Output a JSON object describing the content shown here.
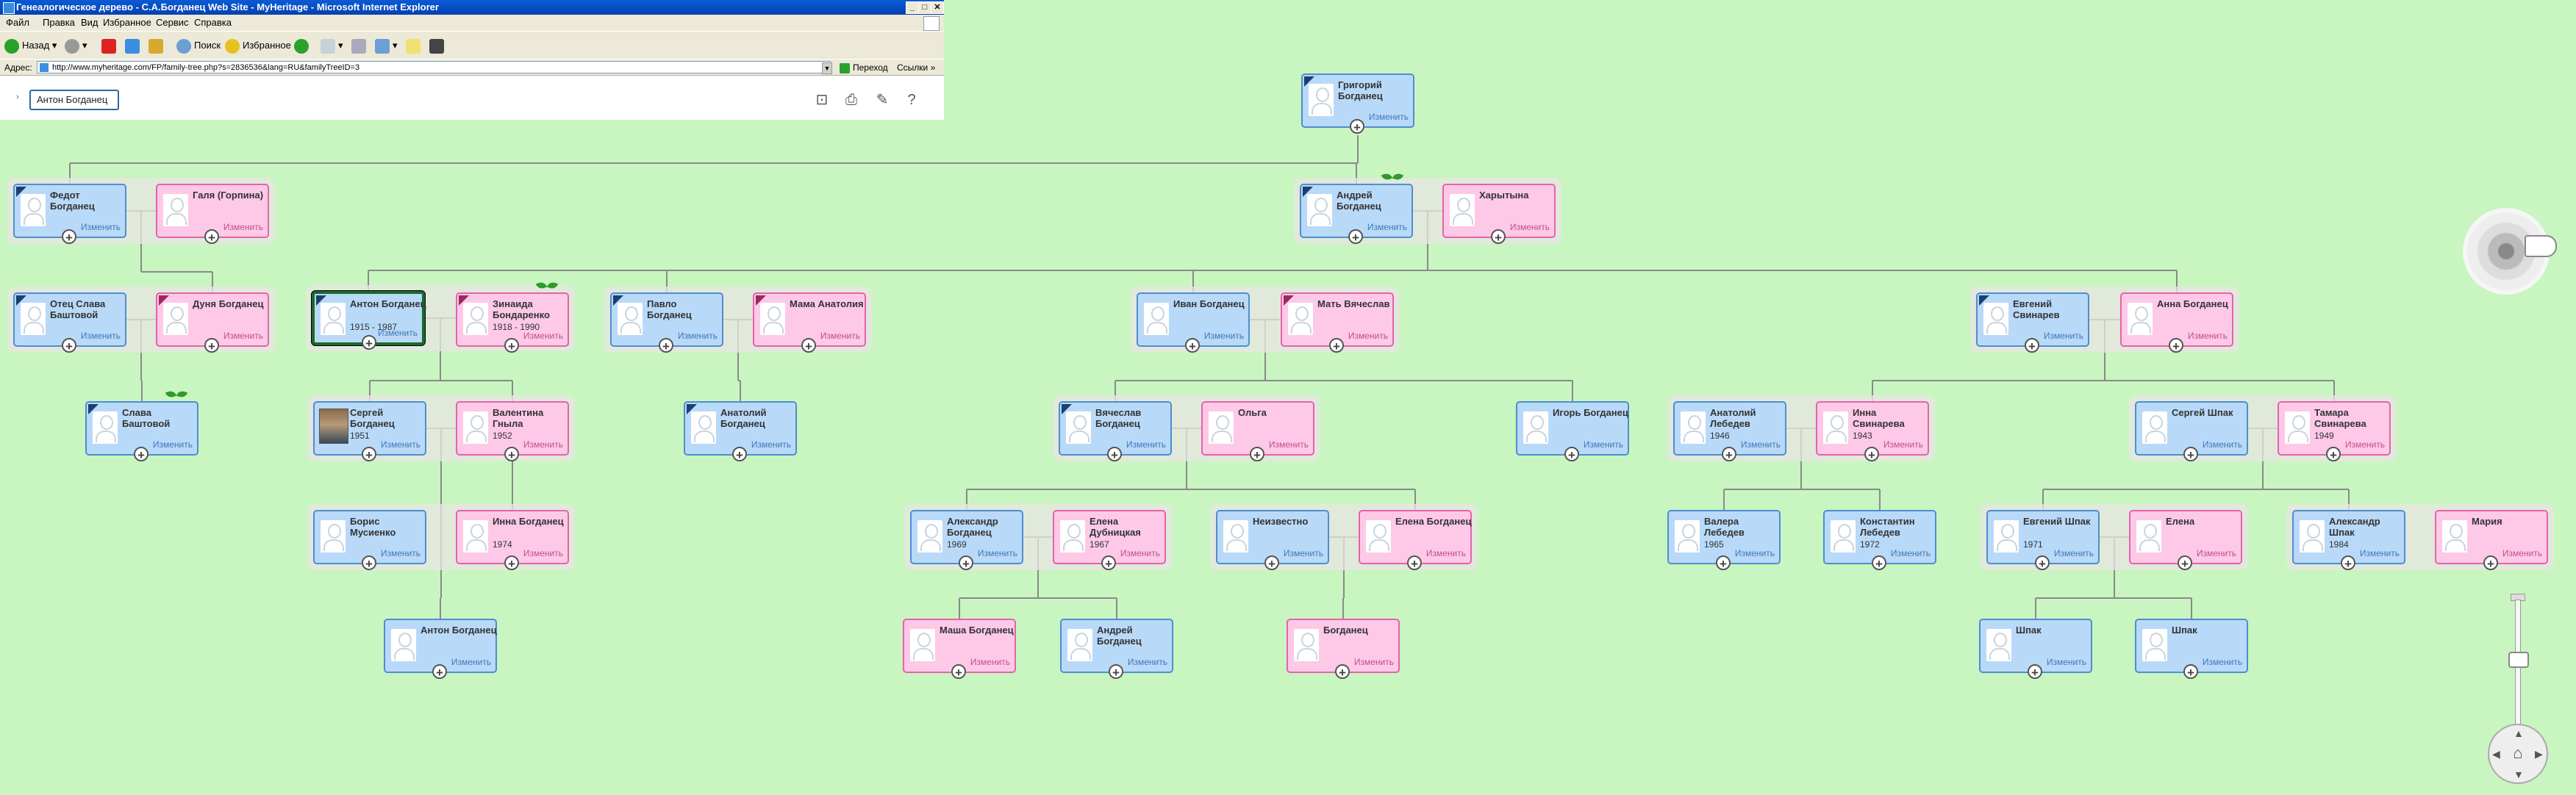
{
  "window": {
    "title": "Генеалогическое дерево - С.А.Богданец Web Site - MyHeritage - Microsoft Internet Explorer"
  },
  "menu": [
    "Файл",
    "Правка",
    "Вид",
    "Избранное",
    "Сервис",
    "Справка"
  ],
  "toolbar": {
    "back": "Назад",
    "search": "Поиск",
    "favorites": "Избранное"
  },
  "address": {
    "label": "Адрес:",
    "url": "http://www.myheritage.com/FP/family-tree.php?s=2836536&lang=RU&familyTreeID=3",
    "go": "Переход",
    "links": "Ссылки"
  },
  "site": {
    "breadcrumb": "Антон Богданец"
  },
  "edit_label": "Изменить",
  "colors": {
    "male": "#b9d9f8",
    "female": "#fdc9e7",
    "background": "#c8f5c0"
  },
  "people": {
    "grigoriy": {
      "name": "Григорий Богданец",
      "gender": "male"
    },
    "fedot": {
      "name": "Федот Богданец",
      "gender": "male"
    },
    "galya": {
      "name": "Галя (Горпина)",
      "gender": "female"
    },
    "andrey_sr": {
      "name": "Андрей Богданец",
      "gender": "male"
    },
    "harytyna": {
      "name": "Харытына",
      "gender": "female"
    },
    "slava_father": {
      "name": "Отец Слава Баштовой",
      "gender": "male"
    },
    "dunya": {
      "name": "Дуня Богданец",
      "gender": "female"
    },
    "anton_sr": {
      "name": "Антон Богданец",
      "years": "1915 - 1987",
      "gender": "male"
    },
    "zinaida": {
      "name": "Зинаида Бондаренко",
      "years": "1918 - 1990",
      "gender": "female"
    },
    "pavlo": {
      "name": "Павло Богданец",
      "gender": "male"
    },
    "mama_anatoliya": {
      "name": "Мама Анатолия",
      "gender": "female"
    },
    "ivan": {
      "name": "Иван Богданец",
      "gender": "male"
    },
    "mat_vyacheslava": {
      "name": "Мать Вячеслав",
      "gender": "female"
    },
    "evgeniy_svinarev": {
      "name": "Евгений Свинарев",
      "gender": "male"
    },
    "anna": {
      "name": "Анна Богданец",
      "gender": "female"
    },
    "slava": {
      "name": "Слава Баштовой",
      "gender": "male"
    },
    "sergey": {
      "name": "Сергей Богданец",
      "years": "1951",
      "gender": "male"
    },
    "valentina": {
      "name": "Валентина Гныла",
      "years": "1952",
      "gender": "female"
    },
    "anatoliy_b": {
      "name": "Анатолий Богданец",
      "gender": "male"
    },
    "vyacheslav": {
      "name": "Вячеслав Богданец",
      "gender": "male"
    },
    "olga": {
      "name": "Ольга",
      "gender": "female"
    },
    "igor": {
      "name": "Игорь Богданец",
      "gender": "male"
    },
    "anatoliy_l": {
      "name": "Анатолий Лебедев",
      "years": "1946",
      "gender": "male"
    },
    "inna_s": {
      "name": "Инна Свинарева",
      "years": "1943",
      "gender": "female"
    },
    "sergey_shpak": {
      "name": "Сергей Шпак",
      "gender": "male"
    },
    "tamara": {
      "name": "Тамара Свинарева",
      "years": "1949",
      "gender": "female"
    },
    "boris": {
      "name": "Борис Мусиенко",
      "gender": "male"
    },
    "inna_b": {
      "name": "Инна Богданец",
      "years": "1974",
      "gender": "female"
    },
    "aleksandr_b": {
      "name": "Александр Богданец",
      "years": "1969",
      "gender": "male"
    },
    "elena_d": {
      "name": "Елена Дубницкая",
      "years": "1967",
      "gender": "female"
    },
    "neizvestno": {
      "name": "Неизвестно",
      "gender": "male"
    },
    "elena_b": {
      "name": "Елена Богданец",
      "gender": "female"
    },
    "valera": {
      "name": "Валера Лебедев",
      "years": "1965",
      "gender": "male"
    },
    "konstantin": {
      "name": "Константин Лебедев",
      "years": "1972",
      "gender": "male"
    },
    "evgeniy_shpak": {
      "name": "Евгений Шпак",
      "years": "1971",
      "gender": "male"
    },
    "elena": {
      "name": "Елена",
      "gender": "female"
    },
    "aleksandr_shpak": {
      "name": "Александр Шпак",
      "years": "1984",
      "gender": "male"
    },
    "mariya": {
      "name": "Мария",
      "gender": "female"
    },
    "anton_jr": {
      "name": "Антон Богданец",
      "gender": "male"
    },
    "masha": {
      "name": "Маша Богданец",
      "gender": "female"
    },
    "andrey_jr": {
      "name": "Андрей Богданец",
      "gender": "male"
    },
    "bogdanets": {
      "name": "Богданец",
      "gender": "female"
    },
    "shpak1": {
      "name": "Шпак",
      "gender": "male"
    },
    "shpak2": {
      "name": "Шпак",
      "gender": "male"
    }
  }
}
